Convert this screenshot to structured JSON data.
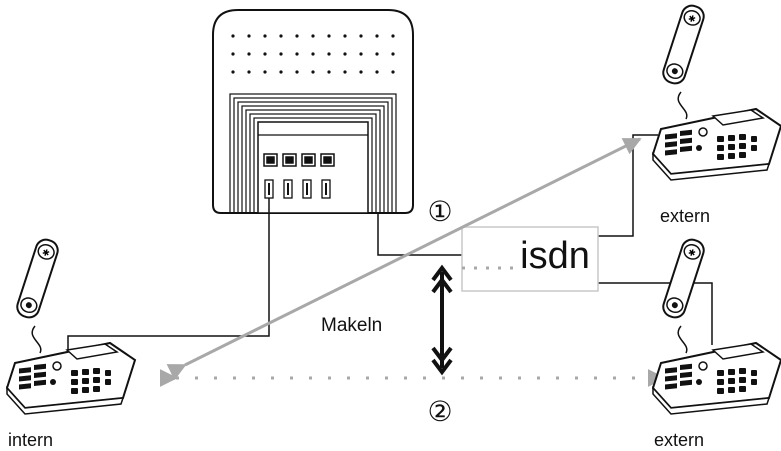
{
  "labels": {
    "network": "isdn",
    "action": "Makeln",
    "step_one": "①",
    "step_two": "②",
    "phone_internal": "intern",
    "phone_external_top": "extern",
    "phone_external_bottom": "extern"
  },
  "colors": {
    "line": "#111111",
    "connection_arrow": "#a8a8a8",
    "network_box_border": "#c8c8c8"
  },
  "icons": {
    "pbx": "telephone-system-unit-icon",
    "phone": "desk-telephone-icon",
    "toggle": "double-arrow-icon"
  }
}
